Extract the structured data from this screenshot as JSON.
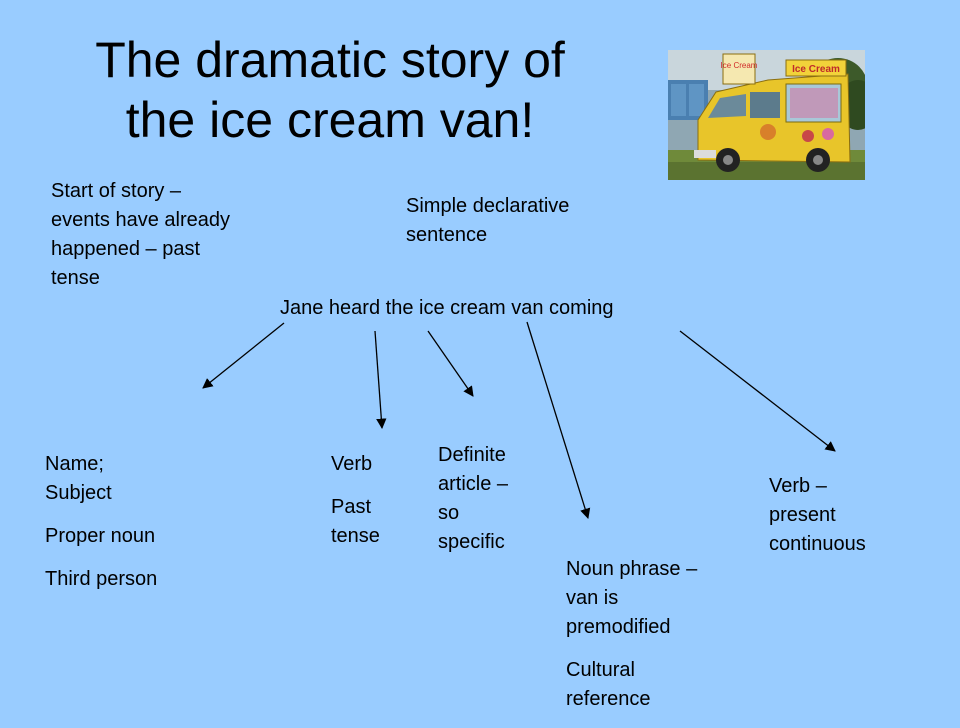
{
  "slide": {
    "title_line1": "The dramatic story of",
    "title_line2": "the ice cream van!",
    "sentence": "Jane heard the ice cream van coming",
    "van_sign": "Ice Cream",
    "van_sign_front": "Ice Cream"
  },
  "notes": {
    "start_of_story": [
      "Start of story –",
      "events have already",
      "happened – past",
      "tense"
    ],
    "simple_declarative": [
      "Simple declarative",
      "sentence"
    ],
    "name": {
      "p1": [
        "Name;",
        "Subject"
      ],
      "p2": "Proper noun",
      "p3": "Third person"
    },
    "verb": {
      "p1": "Verb",
      "p2": [
        "Past",
        "tense"
      ]
    },
    "definite_article": [
      "Definite",
      "article –",
      "so",
      "specific"
    ],
    "noun_phrase": {
      "p1": [
        "Noun phrase –",
        "van is",
        "premodified"
      ],
      "p2": [
        "Cultural",
        "reference"
      ]
    },
    "verb_present": [
      "Verb –",
      "present",
      "continuous"
    ]
  },
  "colors": {
    "background": "#99ccff",
    "van_yellow": "#e8c52a",
    "arrow": "#000000"
  }
}
